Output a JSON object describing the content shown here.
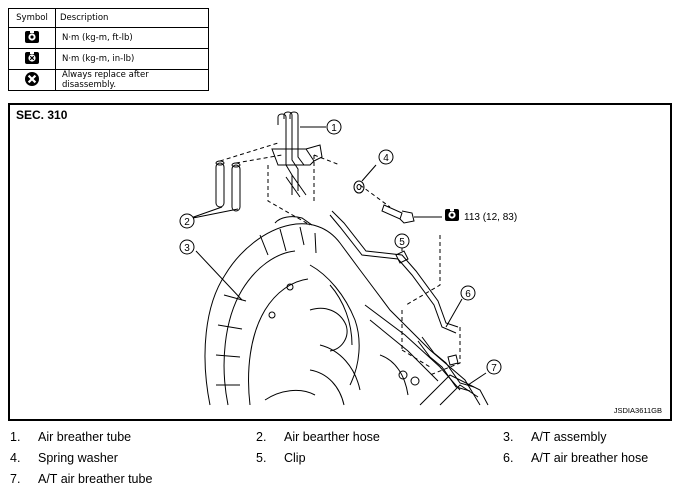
{
  "legend": {
    "header_symbol": "Symbol",
    "header_description": "Description",
    "rows": [
      {
        "icon": "torque-wrench-icon",
        "description": "N·m (kg-m, ft-lb)"
      },
      {
        "icon": "torque-wrench-small-icon",
        "description": "N·m (kg-m, in-lb)"
      },
      {
        "icon": "always-replace-icon",
        "description": "Always replace after disassembly."
      }
    ]
  },
  "figure": {
    "section": "SEC. 310",
    "code": "JSDIA3611GB",
    "torque_spec": "113 (12, 83)",
    "callouts": [
      "1",
      "2",
      "3",
      "4",
      "5",
      "6",
      "7"
    ]
  },
  "parts": [
    {
      "num": "1.",
      "name": "Air breather tube"
    },
    {
      "num": "2.",
      "name": "Air bearther hose"
    },
    {
      "num": "3.",
      "name": "A/T assembly"
    },
    {
      "num": "4.",
      "name": "Spring washer"
    },
    {
      "num": "5.",
      "name": "Clip"
    },
    {
      "num": "6.",
      "name": "A/T air breather hose"
    },
    {
      "num": "7.",
      "name": "A/T air breather tube"
    }
  ]
}
